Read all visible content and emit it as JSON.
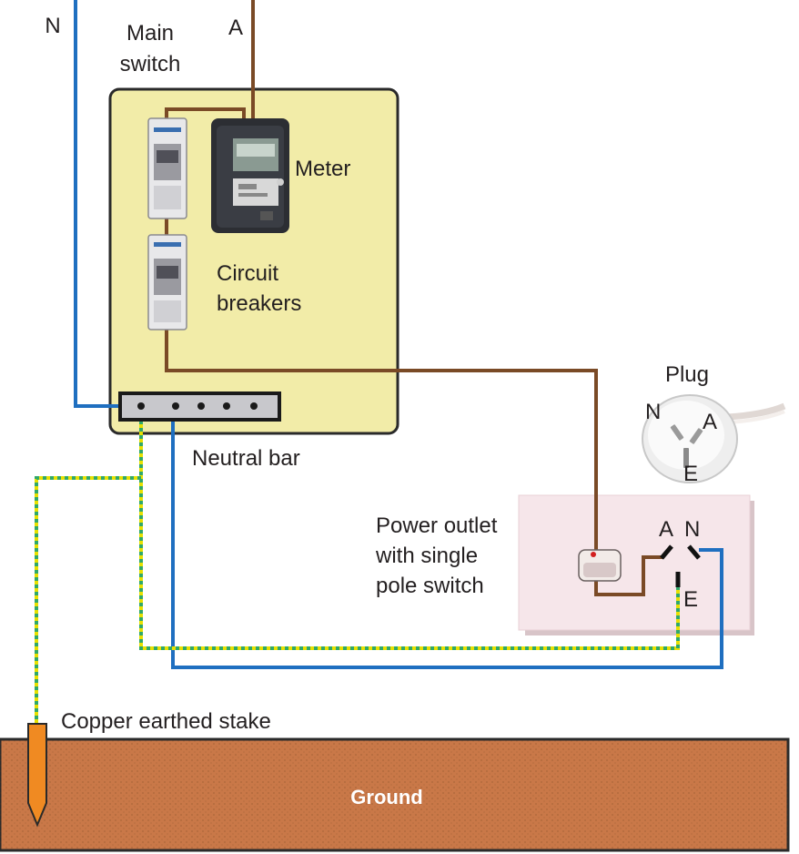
{
  "labels": {
    "neutral_top": "N",
    "active_top": "A",
    "main_switch_line1": "Main",
    "main_switch_line2": "switch",
    "meter": "Meter",
    "circuit_breakers_line1": "Circuit",
    "circuit_breakers_line2": "breakers",
    "neutral_bar": "Neutral bar",
    "plug": "Plug",
    "plug_n": "N",
    "plug_a": "A",
    "plug_e": "E",
    "power_outlet_line1": "Power outlet",
    "power_outlet_line2": "with single",
    "power_outlet_line3": "pole switch",
    "outlet_a": "A",
    "outlet_n": "N",
    "outlet_e": "E",
    "copper_stake": "Copper earthed stake",
    "ground": "Ground"
  },
  "colors": {
    "neutral_wire": "#1f6fc0",
    "active_wire": "#7a4a26",
    "earth_wire_yellow": "#e8e000",
    "earth_wire_green": "#2fa86a",
    "board": "#f2eca8",
    "outlet_panel": "#f6e6ea",
    "ground": "#c97848",
    "stake": "#f08a22"
  }
}
